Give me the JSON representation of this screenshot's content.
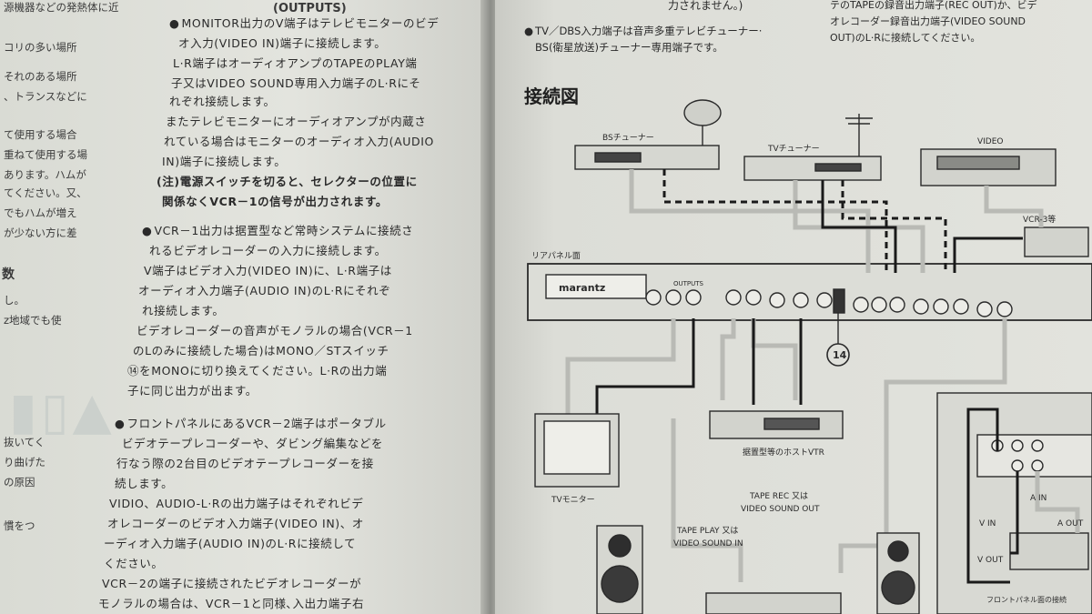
{
  "left_page": {
    "section_heading": "(OUTPUTS)",
    "col_a": [
      "源機器などの発熱体に近",
      "コリの多い場所",
      "それのある場所",
      "、トランスなどに",
      "て使用する場合",
      "重ねて使用する場",
      "あります。ハムが",
      "てください。又、",
      "でもハムが増え",
      "が少ない方に差",
      "数",
      "し。",
      "z地域でも使",
      "抜いてく",
      "り曲げた",
      "の原因",
      "慣をつ"
    ],
    "col_b": [
      {
        "text": "MONITOR出力のV端子はテレビモニターのビデ",
        "bullet": true
      },
      {
        "text": "オ入力(VIDEO IN)端子に接続します。",
        "bullet": false
      },
      {
        "text": "L·R端子はオーディオアンプのTAPEのPLAY端",
        "bullet": false
      },
      {
        "text": "子又はVIDEO SOUND専用入力端子のL·Rにそ",
        "bullet": false
      },
      {
        "text": "れぞれ接続します。",
        "bullet": false
      },
      {
        "text": "またテレビモニターにオーディオアンプが内蔵さ",
        "bullet": false
      },
      {
        "text": "れている場合はモニターのオーディオ入力(AUDIO",
        "bullet": false
      },
      {
        "text": "IN)端子に接続します。",
        "bullet": false
      },
      {
        "text": "(注)電源スイッチを切ると、セレクターの位置に",
        "bullet": false,
        "bold": true
      },
      {
        "text": "関係なくVCR－1の信号が出力されます。",
        "bullet": false,
        "bold": true
      },
      {
        "text": "VCR－1出力は据置型など常時システムに接続さ",
        "bullet": true
      },
      {
        "text": "れるビデオレコーダーの入力に接続します。",
        "bullet": false
      },
      {
        "text": "V端子はビデオ入力(VIDEO IN)に、L·R端子は",
        "bullet": false
      },
      {
        "text": "オーディオ入力端子(AUDIO IN)のL·Rにそれぞ",
        "bullet": false
      },
      {
        "text": "れ接続します。",
        "bullet": false
      },
      {
        "text": "ビデオレコーダーの音声がモノラルの場合(VCR－1",
        "bullet": false
      },
      {
        "text": "のLのみに接続した場合)はMONO／STスイッチ",
        "bullet": false
      },
      {
        "text": "⑭をMONOに切り換えてください。L·Rの出力端",
        "bullet": false
      },
      {
        "text": "子に同じ出力が出ます。",
        "bullet": false
      },
      {
        "text": "フロントパネルにあるVCR－2端子はポータブル",
        "bullet": true
      },
      {
        "text": "ビデオテープレコーダーや、ダビング編集などを",
        "bullet": false
      },
      {
        "text": "行なう際の2台目のビデオテープレコーダーを接",
        "bullet": false
      },
      {
        "text": "続します。",
        "bullet": false
      },
      {
        "text": "VIDIO、AUDIO-L·Rの出力端子はそれぞれビデ",
        "bullet": false
      },
      {
        "text": "オレコーダーのビデオ入力端子(VIDEO IN)、オ",
        "bullet": false
      },
      {
        "text": "ーディオ入力端子(AUDIO IN)のL·Rに接続して",
        "bullet": false
      },
      {
        "text": "ください。",
        "bullet": false
      },
      {
        "text": "VCR－2の端子に接続されたビデオレコーダーが",
        "bullet": false
      },
      {
        "text": "モノラルの場合は、VCR－1と同様､入出力端子右",
        "bullet": false
      }
    ]
  },
  "right_page": {
    "top_partial": "力されません。)",
    "tv_note": [
      "TV／DBS入力端子は音声多重テレビチューナー·",
      "BS(衛星放送)チューナー専用端子です。"
    ],
    "right_top_note": [
      "テのTAPEの録音出力端子(REC OUT)か、ビデ",
      "オレコーダー録音出力端子(VIDEO SOUND",
      "OUT)のL·Rに接続してください。"
    ],
    "diagram_title": "接続図",
    "labels": {
      "bs_tuner": "BSチューナー",
      "tv_tuner": "TVチューナー",
      "video": "VIDEO",
      "vcr3": "VCR-3等",
      "rear_panel": "リアパネル面",
      "brand": "marantz",
      "outputs": "OUTPUTS",
      "callout": "14",
      "tv_monitor": "TVモニター",
      "home_vtr": "据置型等のホストVTR",
      "tape_rec": "TAPE REC 又は",
      "video_sound_out": "VIDEO SOUND OUT",
      "tape_play": "TAPE PLAY 又は",
      "video_sound_in": "VIDEO SOUND IN",
      "v_in": "V IN",
      "a_in": "A IN",
      "a_out": "A OUT",
      "v_out": "V OUT",
      "front_panel": "フロントパネル面の接続"
    }
  },
  "colors": {
    "paper": "#e0e1db",
    "ink": "#2a2a2a",
    "line_gray": "#b9bab5"
  }
}
